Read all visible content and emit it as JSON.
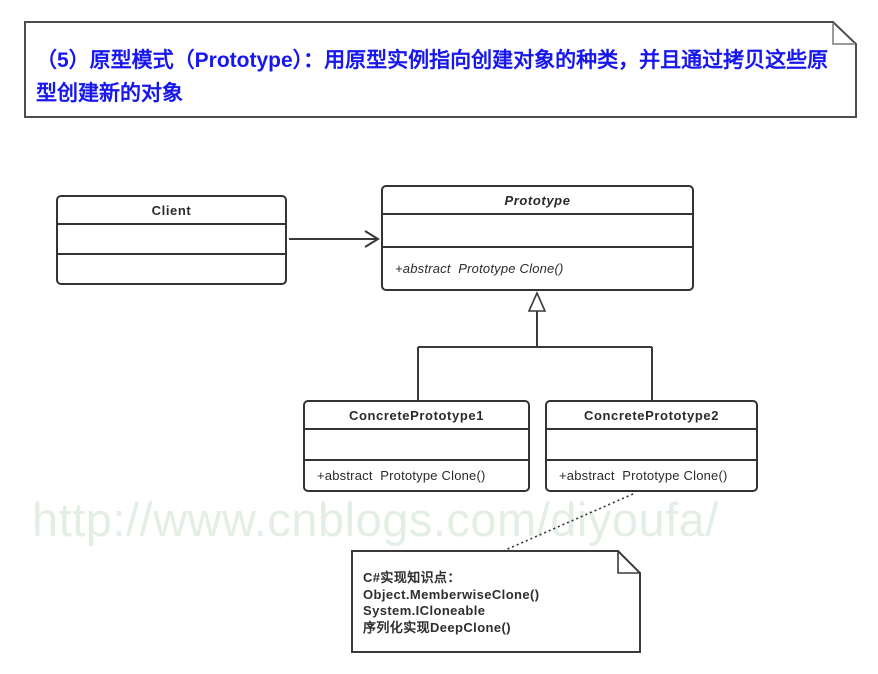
{
  "title_note": {
    "text": "（5）原型模式（Prototype）：用原型实例指向创建对象的种类，并且通过拷贝这些原型创建新的对象"
  },
  "uml": {
    "client": {
      "name": "Client"
    },
    "prototype": {
      "name": "Prototype",
      "method": "+abstract  Prototype Clone()"
    },
    "concrete1": {
      "name": "ConcretePrototype1",
      "method": "+abstract  Prototype Clone()"
    },
    "concrete2": {
      "name": "ConcretePrototype2",
      "method": "+abstract  Prototype Clone()"
    }
  },
  "note": {
    "line1": "C#实现知识点：",
    "line2": "Object.MemberwiseClone()",
    "line3": "System.ICloneable",
    "line4": "序列化实现DeepClone()"
  },
  "watermark": {
    "text": "http://www.cnblogs.com/diyoufa/"
  },
  "colors": {
    "title_text": "#1717ee",
    "box_border": "#333333",
    "connector": "#3a3a3a",
    "watermark": "#e3efe4"
  }
}
